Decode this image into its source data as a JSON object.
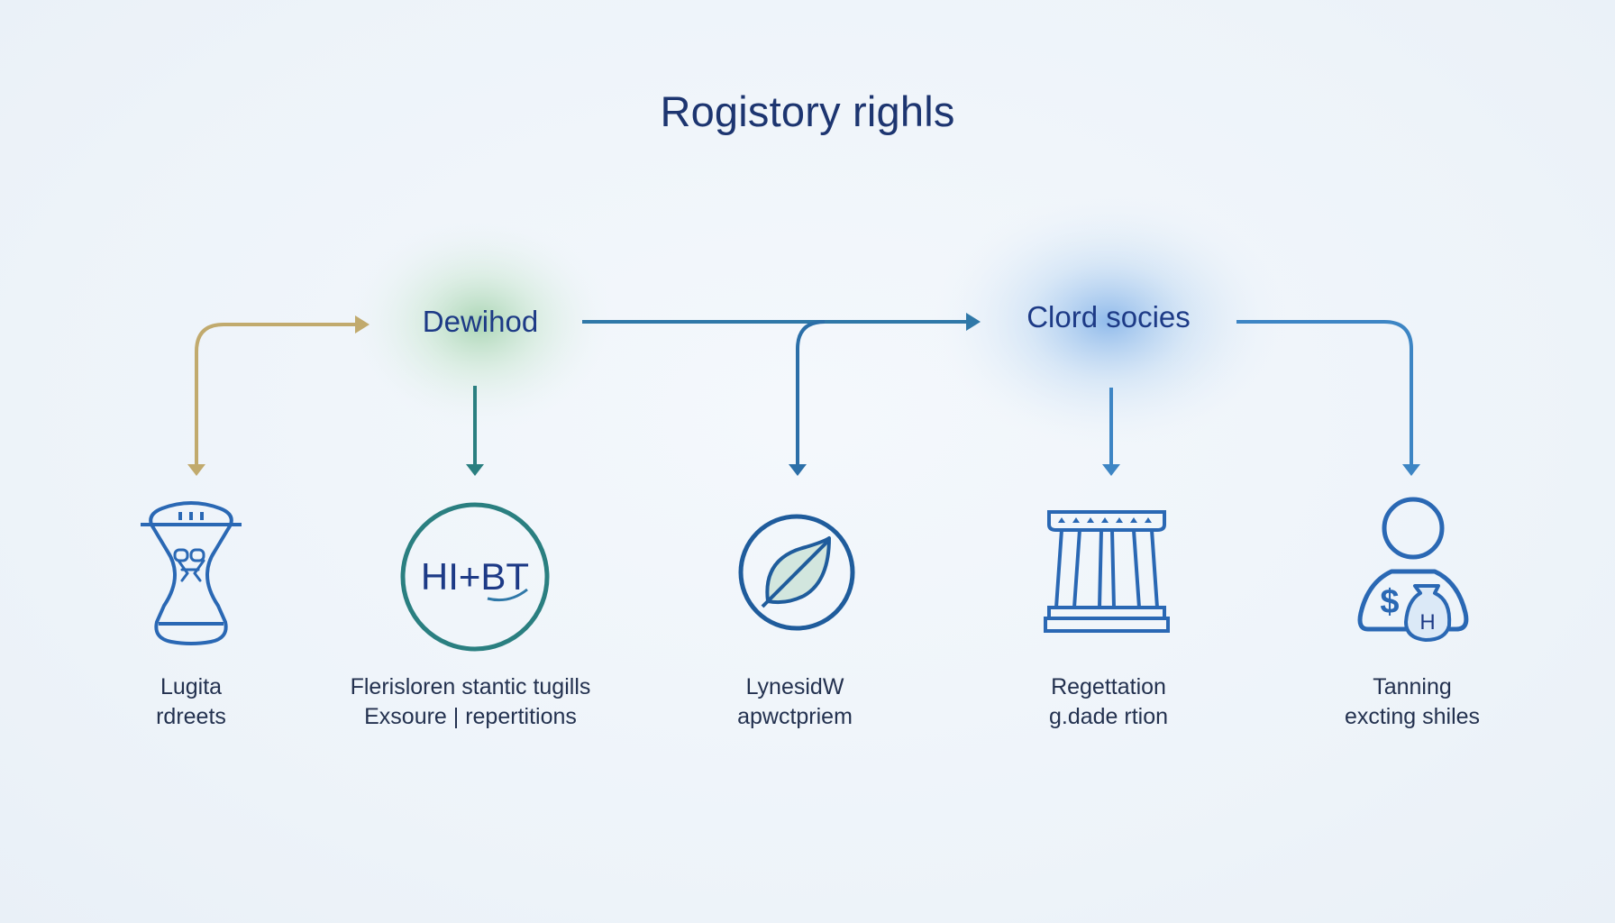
{
  "title": "Rogistory righls",
  "hubs": {
    "left": "Dewihod",
    "right": "Clord socies"
  },
  "badge_text": "HI+BT",
  "items": [
    {
      "icon": "hourglass-figure-icon",
      "line1": "Lugita",
      "line2": "rdreets"
    },
    {
      "icon": "circle-badge-icon",
      "line1": "Flerisloren stantic tugills",
      "line2": "Exsoure | repertitions"
    },
    {
      "icon": "leaf-circle-icon",
      "line1": "LynesidW",
      "line2": "apwctpriem"
    },
    {
      "icon": "pillar-building-icon",
      "line1": "Regettation",
      "line2": "g.dade rtion"
    },
    {
      "icon": "person-money-bag-icon",
      "line1": "Tanning",
      "line2": "excting shiles"
    }
  ],
  "colors": {
    "gold": "#c1aa6d",
    "teal": "#2a7f80",
    "blue": "#2b6fa8",
    "lightblue": "#3d85c4",
    "navy": "#1d3570"
  }
}
